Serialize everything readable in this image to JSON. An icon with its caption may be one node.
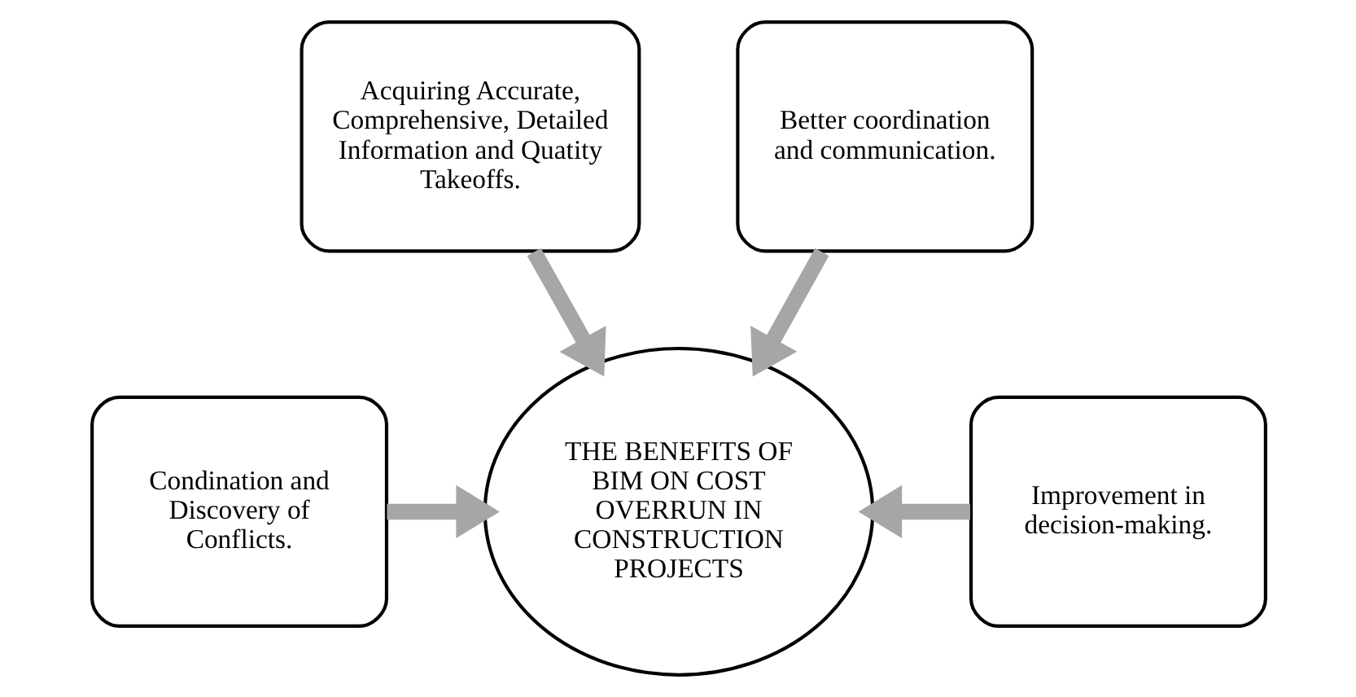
{
  "diagram": {
    "nodes": [
      {
        "text": [
          "Acquiring Accurate, Comprehensive, Detailed Information and Quatity Takeoffs."
        ]
      },
      {
        "text": [
          "Better coordination and communication."
        ]
      },
      {
        "text": [
          "Condination and Discovery of Conflicts."
        ]
      },
      {
        "text": [
          "THE BENEFITS OF BIM ON COST OVERRUN IN CONSTRUCTION PROJECTS"
        ]
      },
      {
        "text": [
          "Improvement in decision-making."
        ]
      }
    ],
    "edges": [
      {
        "from": 0,
        "to": 3,
        "arrow": "to"
      },
      {
        "from": 1,
        "to": 3,
        "arrow": "to"
      },
      {
        "from": 2,
        "to": 3,
        "arrow": "to"
      },
      {
        "from": 4,
        "to": 3,
        "arrow": "to"
      }
    ]
  }
}
